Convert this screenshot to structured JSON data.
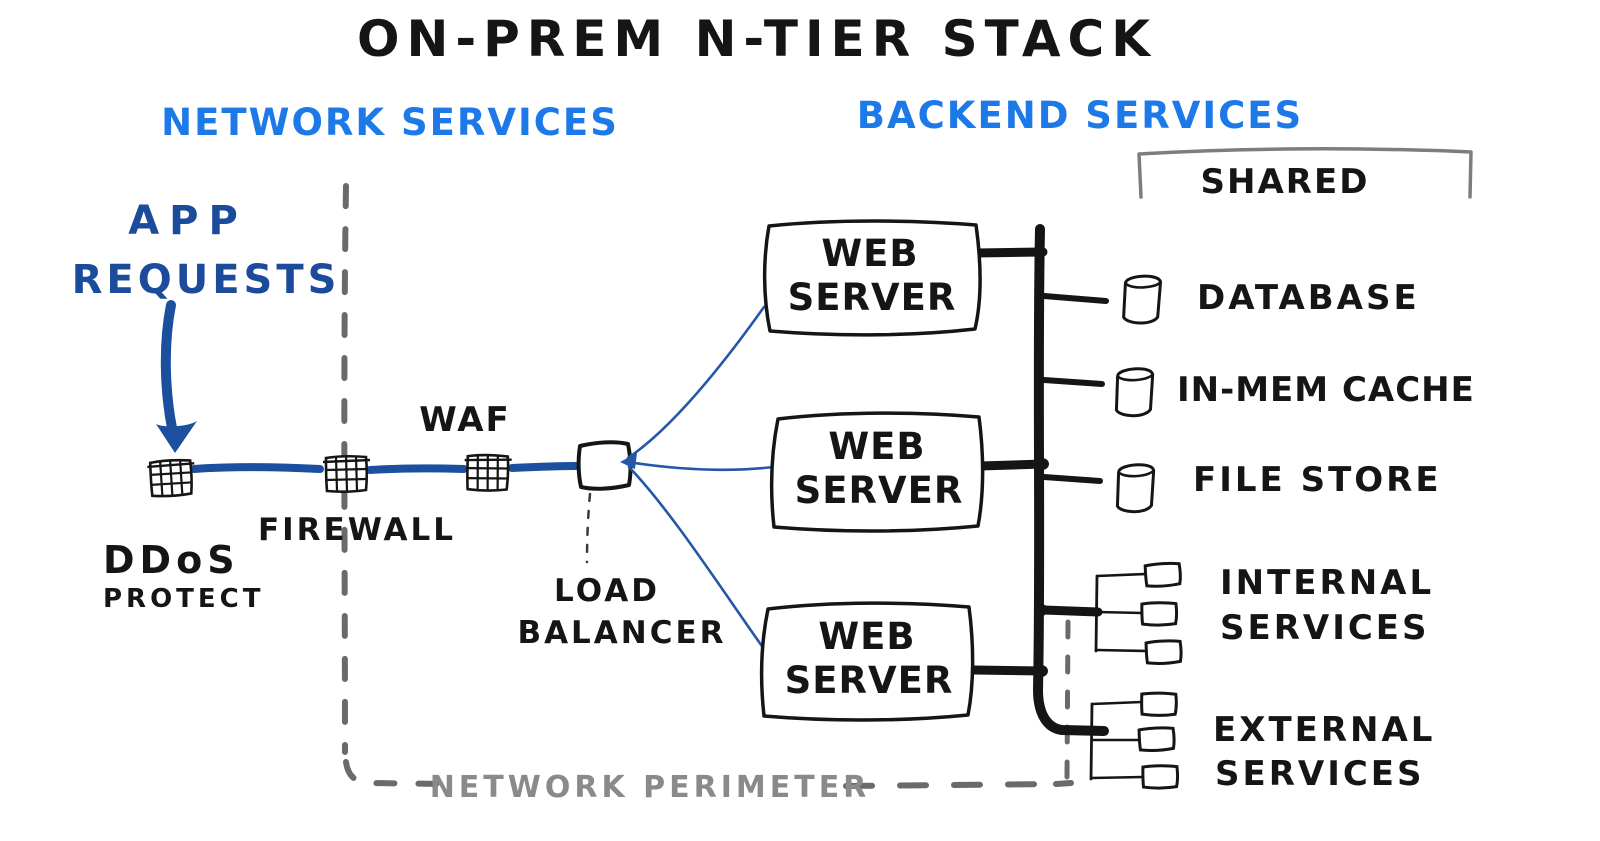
{
  "title": "ON-PREM N-TIER STACK",
  "sections": {
    "network": "NETWORK SERVICES",
    "backend": "BACKEND SERVICES",
    "shared": "SHARED",
    "perimeter": "NETWORK PERIMETER"
  },
  "source": {
    "line1": "APP",
    "line2": "REQUESTS"
  },
  "nodes": {
    "ddos": {
      "line1": "DDoS",
      "line2": "PROTECT"
    },
    "firewall": {
      "label": "FIREWALL"
    },
    "waf": {
      "label": "WAF"
    },
    "load_balancer": {
      "line1": "LOAD",
      "line2": "BALANCER"
    },
    "web_server_1": {
      "line1": "WEB",
      "line2": "SERVER"
    },
    "web_server_2": {
      "line1": "WEB",
      "line2": "SERVER"
    },
    "web_server_3": {
      "line1": "WEB",
      "line2": "SERVER"
    },
    "database": {
      "label": "DATABASE"
    },
    "in_mem_cache": {
      "label": "IN-MEM CACHE"
    },
    "file_store": {
      "label": "FILE STORE"
    },
    "internal_services": {
      "line1": "INTERNAL",
      "line2": "SERVICES"
    },
    "external_services": {
      "line1": "EXTERNAL",
      "line2": "SERVICES"
    }
  },
  "colors": {
    "ink": "#151515",
    "header_blue": "#1d79e8",
    "flow_blue": "#1d4f9f",
    "link_blue": "#2457a7",
    "perimeter_gray": "#6a6a6a",
    "perimeter_label_gray": "#8a8a8a"
  }
}
